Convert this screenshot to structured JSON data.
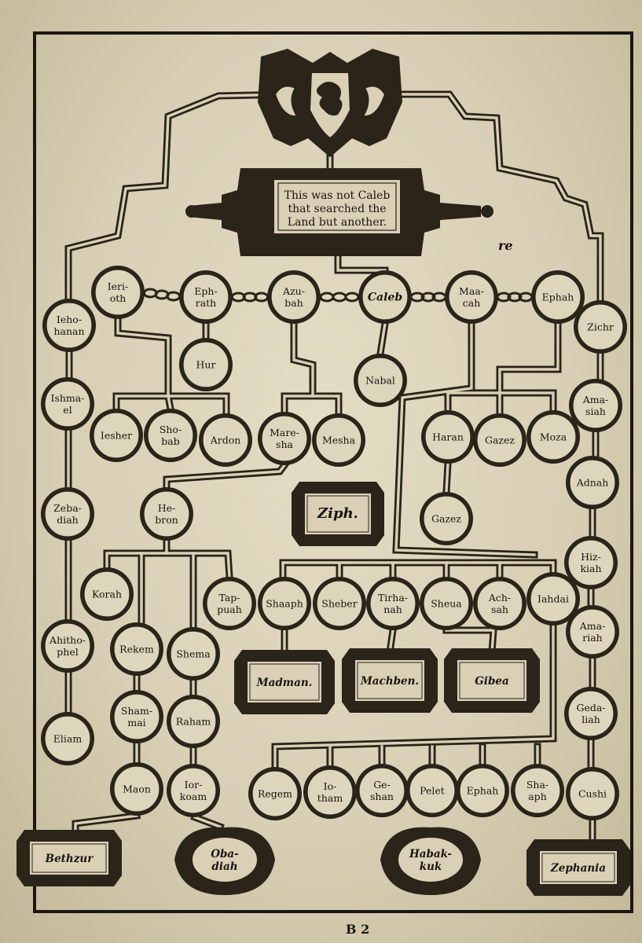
{
  "title_cartouche": {
    "lines": [
      "This was not Caleb",
      "that searched the",
      "Land but another."
    ]
  },
  "nodes": [
    {
      "id": "jerioth",
      "lines": [
        "Ieri-",
        "oth"
      ]
    },
    {
      "id": "ephrath",
      "lines": [
        "Eph-",
        "rath"
      ]
    },
    {
      "id": "azubah",
      "lines": [
        "Azu-",
        "bah"
      ]
    },
    {
      "id": "caleb",
      "lines": [
        "Caleb"
      ],
      "italic": true
    },
    {
      "id": "maacah",
      "lines": [
        "Maa-",
        "cah"
      ]
    },
    {
      "id": "ephah",
      "lines": [
        "Ephah"
      ]
    },
    {
      "id": "johanan",
      "lines": [
        "Ieho-",
        "hanan"
      ]
    },
    {
      "id": "zichr",
      "lines": [
        "Zichr"
      ]
    },
    {
      "id": "hur",
      "lines": [
        "Hur"
      ]
    },
    {
      "id": "nabal",
      "lines": [
        "Nabal"
      ]
    },
    {
      "id": "ishmael",
      "lines": [
        "Ishma-",
        "el"
      ]
    },
    {
      "id": "amasiah",
      "lines": [
        "Ama-",
        "siah"
      ]
    },
    {
      "id": "jesher",
      "lines": [
        "Iesher"
      ]
    },
    {
      "id": "shobab",
      "lines": [
        "Sho-",
        "bab"
      ]
    },
    {
      "id": "ardon",
      "lines": [
        "Ardon"
      ]
    },
    {
      "id": "maresha",
      "lines": [
        "Mare-",
        "sha"
      ]
    },
    {
      "id": "mesha",
      "lines": [
        "Mesha"
      ]
    },
    {
      "id": "haran",
      "lines": [
        "Haran"
      ]
    },
    {
      "id": "gazez",
      "lines": [
        "Gazez"
      ]
    },
    {
      "id": "moza",
      "lines": [
        "Moza"
      ]
    },
    {
      "id": "adnah",
      "lines": [
        "Adnah"
      ]
    },
    {
      "id": "zebadiah",
      "lines": [
        "Zeba-",
        "diah"
      ]
    },
    {
      "id": "hebron",
      "lines": [
        "He-",
        "bron"
      ]
    },
    {
      "id": "gazez2",
      "lines": [
        "Gazez"
      ]
    },
    {
      "id": "hizkiah",
      "lines": [
        "Hiz-",
        "kiah"
      ]
    },
    {
      "id": "korah",
      "lines": [
        "Korah"
      ]
    },
    {
      "id": "tappuah",
      "lines": [
        "Tap-",
        "puah"
      ]
    },
    {
      "id": "shaaph",
      "lines": [
        "Shaaph"
      ]
    },
    {
      "id": "sheber",
      "lines": [
        "Sheber"
      ]
    },
    {
      "id": "tirhanah",
      "lines": [
        "Tirha-",
        "nah"
      ]
    },
    {
      "id": "sheua",
      "lines": [
        "Sheua"
      ]
    },
    {
      "id": "achsah",
      "lines": [
        "Ach-",
        "sah"
      ]
    },
    {
      "id": "jahdai",
      "lines": [
        "Iahdai"
      ]
    },
    {
      "id": "ahithophel",
      "lines": [
        "Ahitho-",
        "phel"
      ]
    },
    {
      "id": "rekem",
      "lines": [
        "Rekem"
      ]
    },
    {
      "id": "shema",
      "lines": [
        "Shema"
      ]
    },
    {
      "id": "amariah",
      "lines": [
        "Ama-",
        "riah"
      ]
    },
    {
      "id": "shammai",
      "lines": [
        "Sham-",
        "mai"
      ]
    },
    {
      "id": "raham",
      "lines": [
        "Raham"
      ]
    },
    {
      "id": "gedaliah",
      "lines": [
        "Geda-",
        "liah"
      ]
    },
    {
      "id": "eliam",
      "lines": [
        "Eliam"
      ]
    },
    {
      "id": "maon",
      "lines": [
        "Maon"
      ]
    },
    {
      "id": "jorkoam",
      "lines": [
        "Ior-",
        "koam"
      ]
    },
    {
      "id": "regem",
      "lines": [
        "Regem"
      ]
    },
    {
      "id": "jotham",
      "lines": [
        "Io-",
        "tham"
      ]
    },
    {
      "id": "geshan",
      "lines": [
        "Ge-",
        "shan"
      ]
    },
    {
      "id": "pelet",
      "lines": [
        "Pelet"
      ]
    },
    {
      "id": "ephah2",
      "lines": [
        "Ephah"
      ]
    },
    {
      "id": "shaaph2",
      "lines": [
        "Sha-",
        "aph"
      ]
    },
    {
      "id": "cushi",
      "lines": [
        "Cushi"
      ]
    }
  ],
  "cartouches": [
    {
      "id": "ziph",
      "label": "Ziph."
    },
    {
      "id": "madman",
      "label": "Madman."
    },
    {
      "id": "machben",
      "label": "Machben."
    },
    {
      "id": "gibea",
      "label": "Gibea"
    },
    {
      "id": "bethzur",
      "label": "Bethzur"
    },
    {
      "id": "obadiah",
      "label": "Oba-diah"
    },
    {
      "id": "habakkuk",
      "label": "Habak-kuk"
    },
    {
      "id": "zephania",
      "label": "Zephania"
    }
  ],
  "handwritten_mark": "re",
  "signature_mark": "B 2"
}
